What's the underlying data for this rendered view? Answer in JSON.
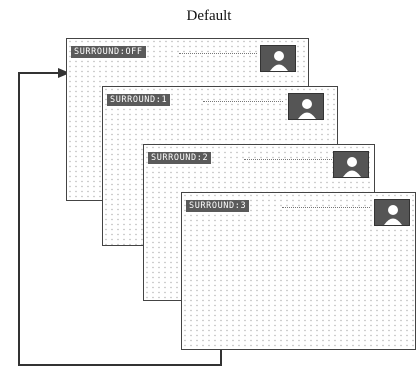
{
  "title": "Default",
  "screens": [
    {
      "label": "SURROUND:OFF"
    },
    {
      "label": "SURROUND:1"
    },
    {
      "label": "SURROUND:2"
    },
    {
      "label": "SURROUND:3"
    }
  ],
  "icon": "person-silhouette-icon"
}
